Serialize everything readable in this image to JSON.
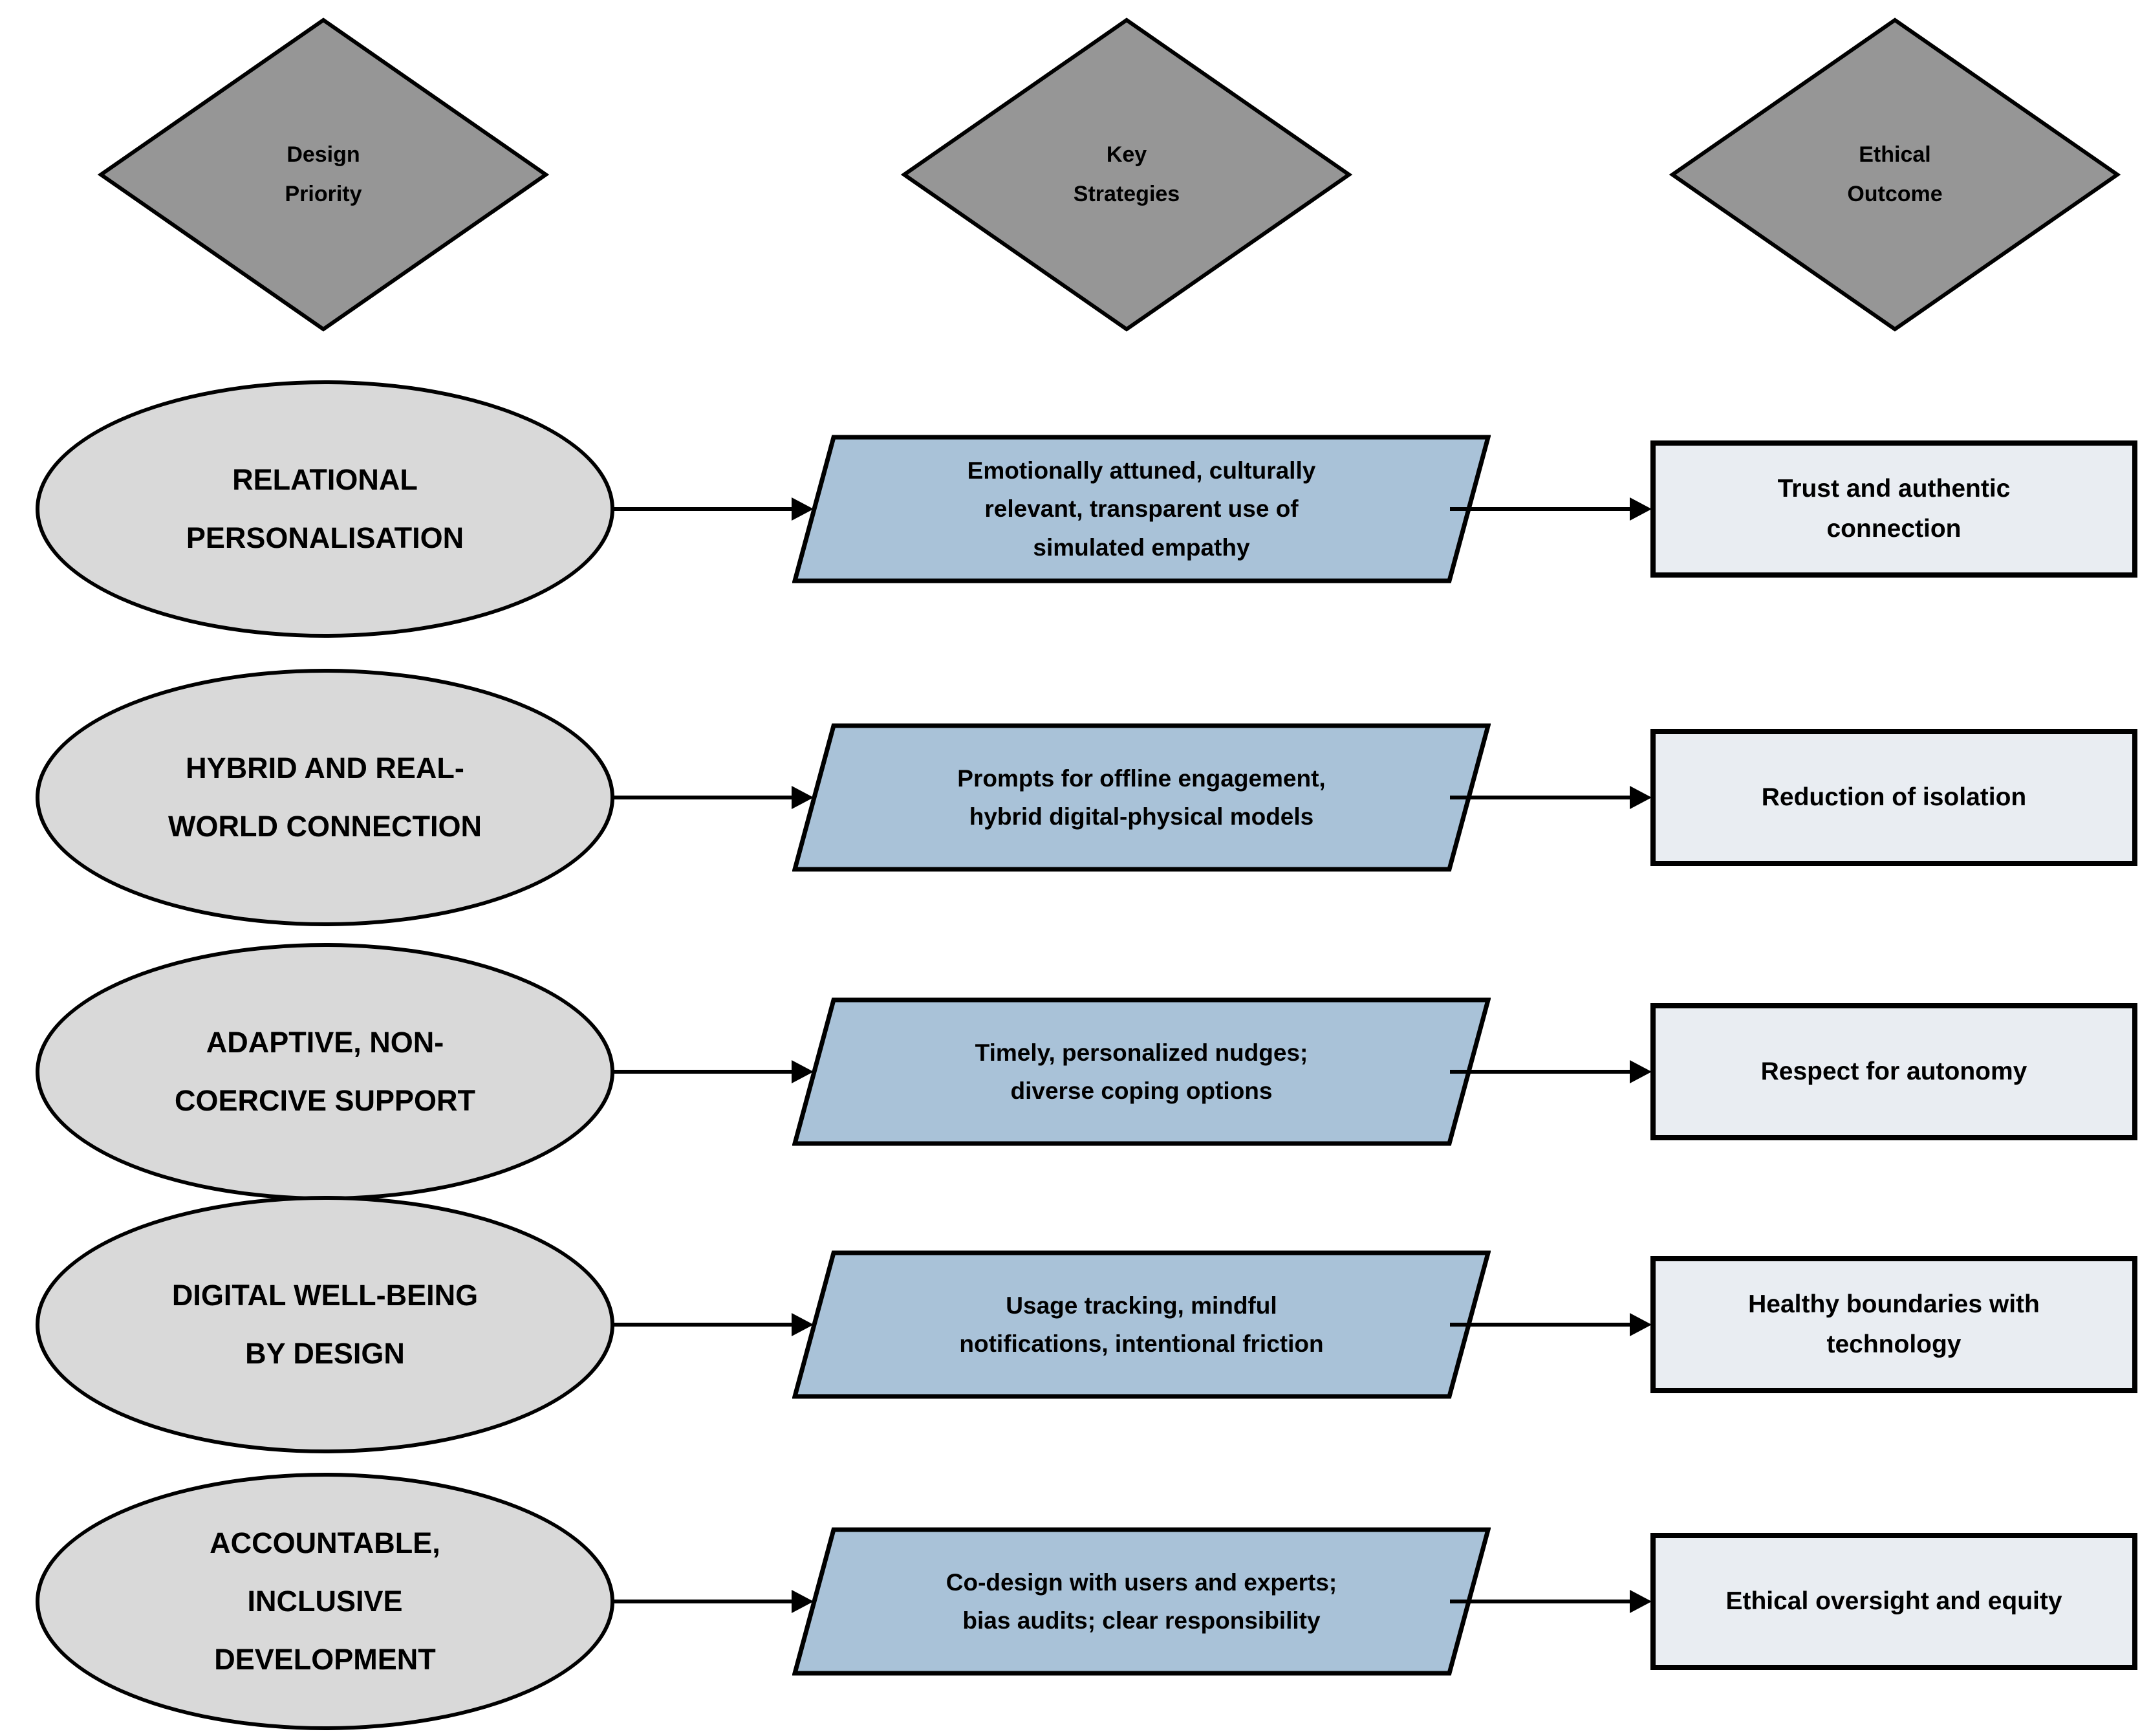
{
  "diagram": {
    "title": "Design priorities, key strategies and ethical outcomes flow diagram",
    "colors": {
      "diamond_fill": "#969696",
      "ellipse_fill": "#d9d9d9",
      "parallelogram_fill": "#a9c2d8",
      "rectangle_fill": "#e9edf2",
      "outline": "#000000",
      "background": "#ffffff"
    },
    "headers": [
      {
        "label": [
          "Design",
          "Priority"
        ]
      },
      {
        "label": [
          "Key",
          "Strategies"
        ]
      },
      {
        "label": [
          "Ethical",
          "Outcome"
        ]
      }
    ],
    "rows": [
      {
        "priority": [
          "RELATIONAL",
          "PERSONALISATION"
        ],
        "strategy": [
          "Emotionally attuned, culturally",
          "relevant, transparent use of",
          "simulated empathy"
        ],
        "outcome": [
          "Trust and authentic",
          "connection"
        ]
      },
      {
        "priority": [
          "HYBRID AND REAL-",
          "WORLD CONNECTION"
        ],
        "strategy": [
          "Prompts for offline engagement,",
          "hybrid digital-physical models"
        ],
        "outcome": [
          "Reduction of isolation"
        ]
      },
      {
        "priority": [
          "ADAPTIVE, NON-",
          "COERCIVE SUPPORT"
        ],
        "strategy": [
          "Timely, personalized nudges;",
          "diverse coping options"
        ],
        "outcome": [
          "Respect for autonomy"
        ]
      },
      {
        "priority": [
          "DIGITAL WELL-BEING",
          "BY DESIGN"
        ],
        "strategy": [
          "Usage tracking, mindful",
          "notifications, intentional friction"
        ],
        "outcome": [
          "Healthy boundaries with",
          "technology"
        ]
      },
      {
        "priority": [
          "ACCOUNTABLE,",
          "INCLUSIVE",
          "DEVELOPMENT"
        ],
        "strategy": [
          "Co-design with users and experts;",
          "bias audits; clear responsibility"
        ],
        "outcome": [
          "Ethical oversight and equity"
        ]
      }
    ]
  }
}
